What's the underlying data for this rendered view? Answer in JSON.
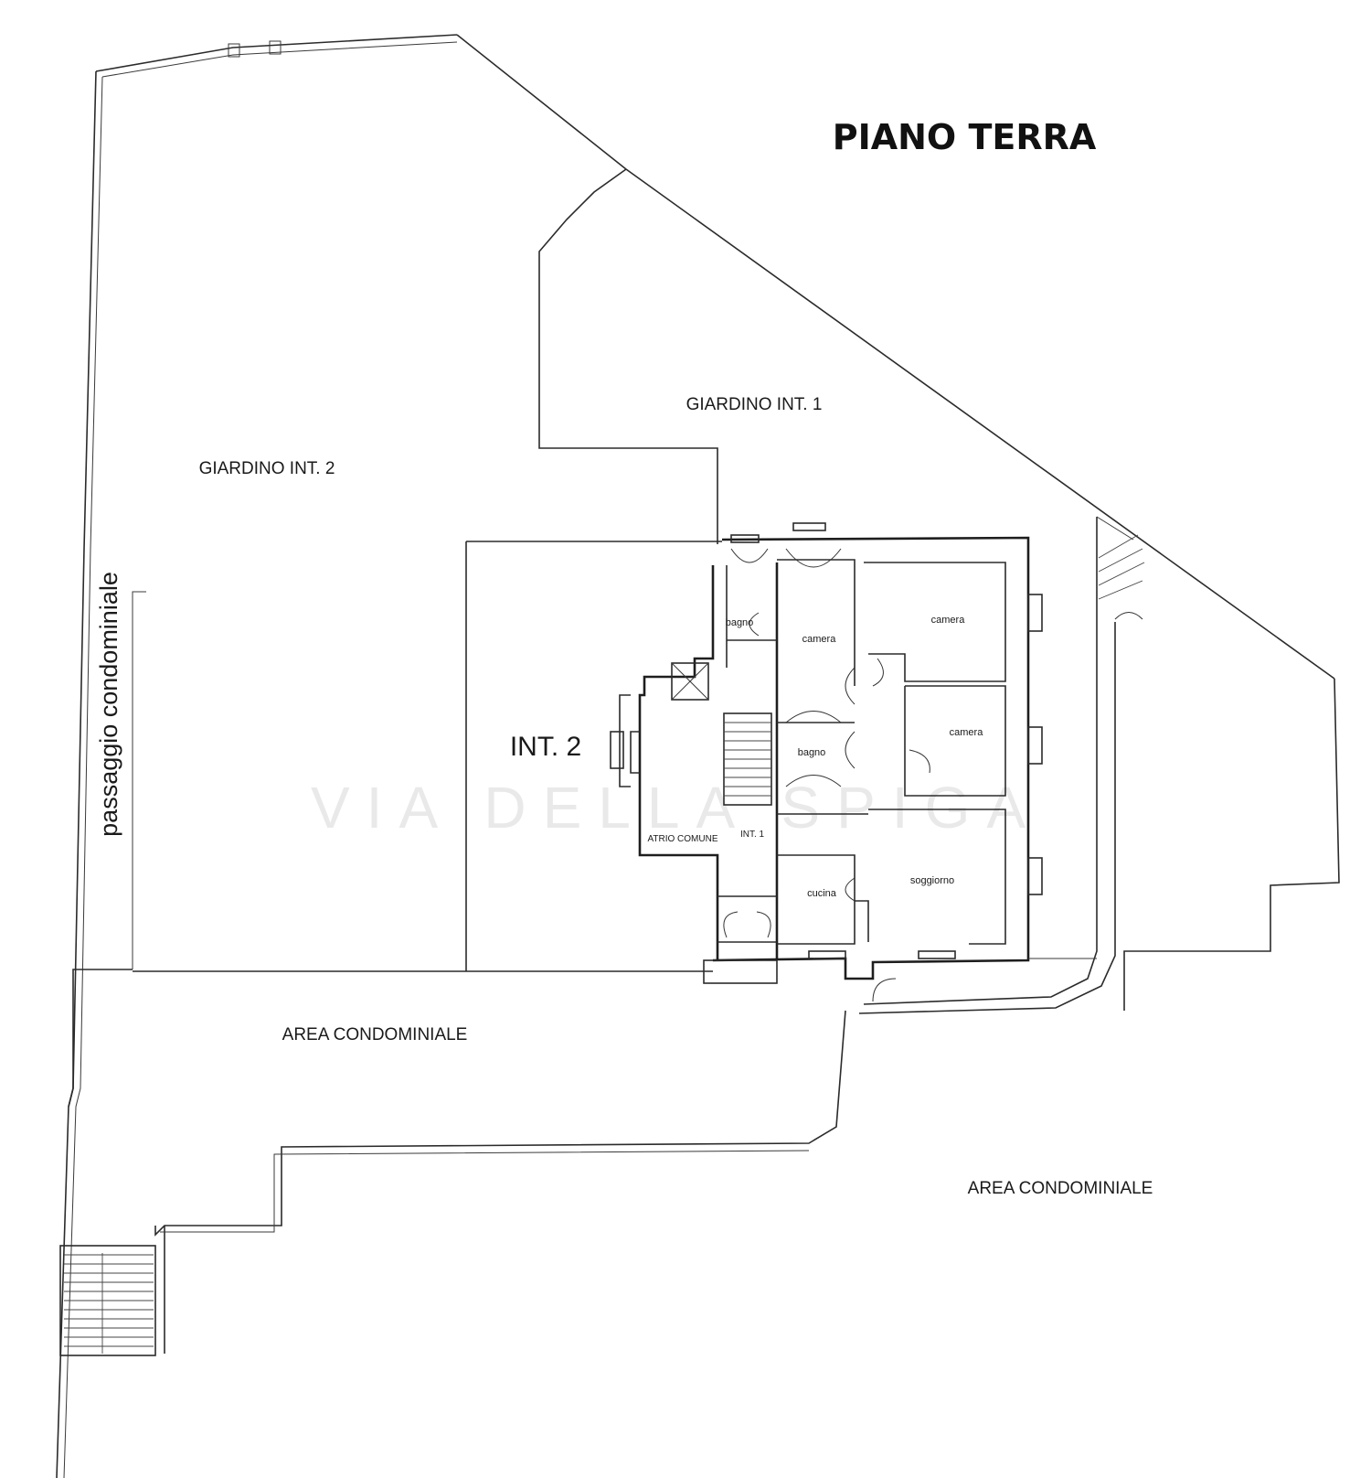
{
  "title": "PIANO TERRA",
  "watermark": "VIA DELLA SPIGA",
  "areas": {
    "giardino_int_1": "GIARDINO INT. 1",
    "giardino_int_2": "GIARDINO INT. 2",
    "passaggio": "passaggio condominiale",
    "int_2": "INT. 2",
    "area_condominiale_1": "AREA CONDOMINIALE",
    "area_condominiale_2": "AREA CONDOMINIALE"
  },
  "rooms": {
    "bagno_top": "bagno",
    "camera_center": "camera",
    "camera_top_right": "camera",
    "camera_mid_right": "camera",
    "bagno_mid": "bagno",
    "atrio_comune": "ATRIO COMUNE",
    "int_1": "INT. 1",
    "cucina": "cucina",
    "soggiorno": "soggiorno"
  },
  "colors": {
    "ink": "#2b2b2b",
    "background": "#ffffff",
    "watermark": "#e9e9e9"
  }
}
